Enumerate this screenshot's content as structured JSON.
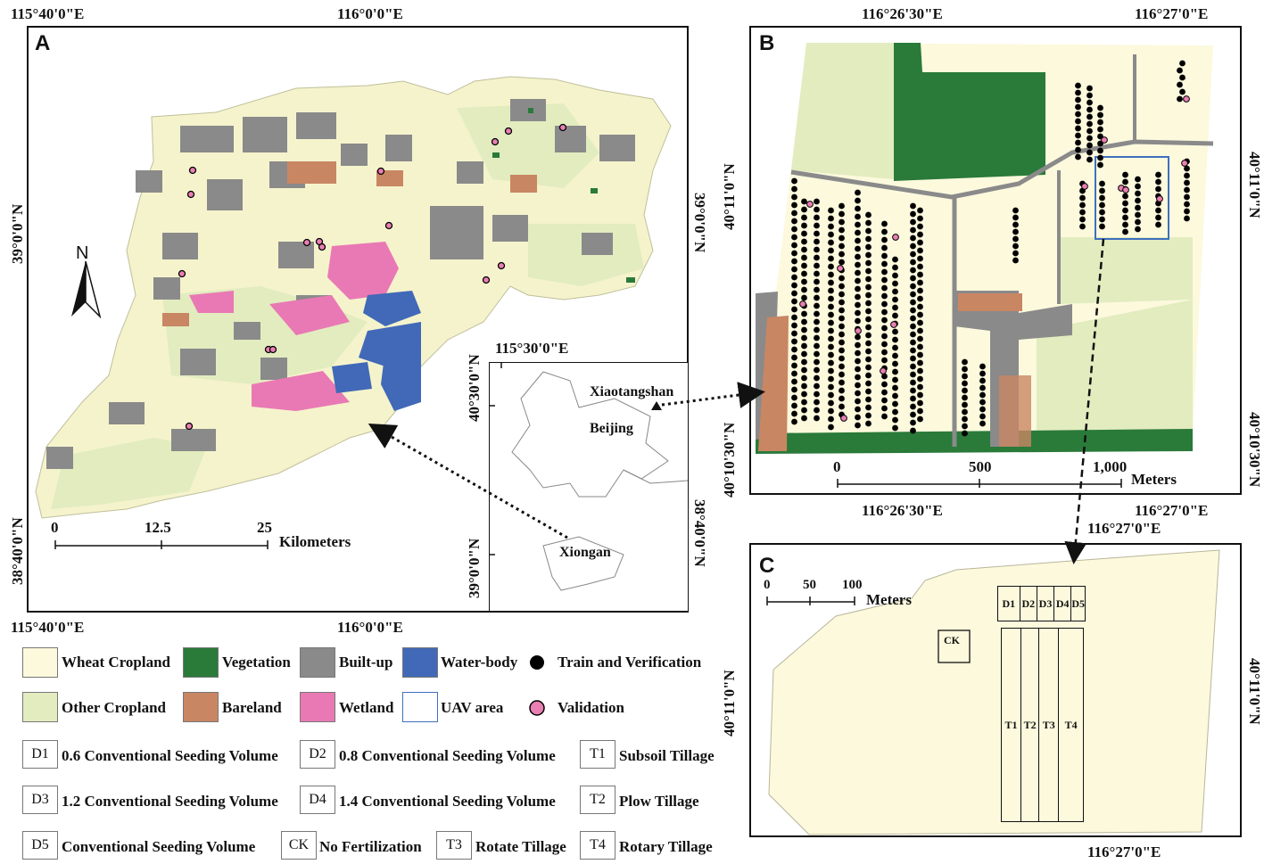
{
  "panel_a": {
    "label": "A",
    "top_coords": [
      "115°40'0\"E",
      "116°0'0\"E"
    ],
    "bottom_coords": [
      "115°40'0\"E",
      "116°0'0\"E"
    ],
    "left_coords": [
      "39°0'0\"N",
      "38°40'0\"N"
    ],
    "right_coords": [
      "39°0'0\"N",
      "38°40'0\"N"
    ],
    "north": "N",
    "scale_ticks": [
      "0",
      "12.5",
      "25"
    ],
    "scale_unit": "Kilometers"
  },
  "inset": {
    "top_coord": "115°30'0\"E",
    "left_coords": [
      "40°30'0\"N",
      "39°0'0\"N"
    ],
    "places": [
      "Xiaotangshan",
      "Beijing",
      "Xiongan"
    ]
  },
  "panel_b": {
    "label": "B",
    "top_coords": [
      "116°26'30\"E",
      "116°27'0\"E"
    ],
    "bottom_coords": [
      "116°26'30\"E",
      "116°27'0\"E"
    ],
    "left_coords": [
      "40°11'0\"N",
      "40°10'30\"N"
    ],
    "right_coords": [
      "40°11'0\"N",
      "40°10'30\"N"
    ],
    "scale_ticks": [
      "0",
      "500",
      "1,000"
    ],
    "scale_unit": "Meters"
  },
  "panel_c": {
    "label": "C",
    "top_coord": "116°27'0\"E",
    "bottom_coord": "116°27'0\"E",
    "left_coord": "40°11'0\"N",
    "right_coord": "40°11'0\"N",
    "scale_ticks": [
      "0",
      "50",
      "100"
    ],
    "scale_unit": "Meters",
    "plots_d": [
      "D1",
      "D2",
      "D3",
      "D4",
      "D5"
    ],
    "plots_t": [
      "T1",
      "T2",
      "T3",
      "T4"
    ],
    "plot_ck": "CK"
  },
  "legend": {
    "classes": [
      {
        "label": "Wheat Cropland",
        "color": "#fcf9dd"
      },
      {
        "label": "Vegetation",
        "color": "#2a7a3a"
      },
      {
        "label": "Built-up",
        "color": "#8a8a8a"
      },
      {
        "label": "Water-body",
        "color": "#4169b8"
      },
      {
        "label": "Train and Verification",
        "color": "#000000"
      },
      {
        "label": "Other Cropland",
        "color": "#e2ecbf"
      },
      {
        "label": "Bareland",
        "color": "#c98663"
      },
      {
        "label": "Wetland",
        "color": "#e979b4"
      },
      {
        "label": "UAV area",
        "color": "#3f6fc0"
      },
      {
        "label": "Validation",
        "color": "#e97fb2"
      }
    ],
    "codes": [
      {
        "code": "D1",
        "text": "0.6 Conventional Seeding Volume"
      },
      {
        "code": "D2",
        "text": "0.8 Conventional Seeding Volume"
      },
      {
        "code": "T1",
        "text": "Subsoil Tillage"
      },
      {
        "code": "D3",
        "text": "1.2 Conventional Seeding Volume"
      },
      {
        "code": "D4",
        "text": "1.4 Conventional Seeding Volume"
      },
      {
        "code": "T2",
        "text": "Plow Tillage"
      },
      {
        "code": "D5",
        "text": "Conventional Seeding Volume"
      },
      {
        "code": "CK",
        "text": "No Fertilization"
      },
      {
        "code": "T3",
        "text": "Rotate Tillage"
      },
      {
        "code": "T4",
        "text": "Rotary Tillage"
      }
    ]
  }
}
